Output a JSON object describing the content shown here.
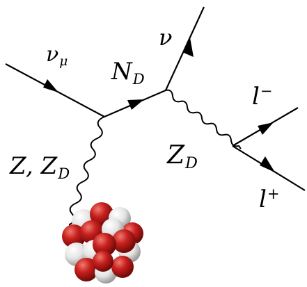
{
  "labels": {
    "nu_mu": {
      "main": "ν",
      "sub": "μ"
    },
    "N_D": {
      "main": "N",
      "sub": "D"
    },
    "nu": {
      "main": "ν"
    },
    "l_minus": {
      "main": "l",
      "sup": "−"
    },
    "Z_D_right": {
      "main": "Z",
      "sub": "D"
    },
    "l_plus": {
      "main": "l",
      "sup": "+"
    },
    "Z_ZD": {
      "main": "Z, Z",
      "sub": "D"
    }
  },
  "colors": {
    "line": "#000000",
    "nucleon_red": "#c8201e",
    "nucleon_white": "#e8e8e8"
  }
}
